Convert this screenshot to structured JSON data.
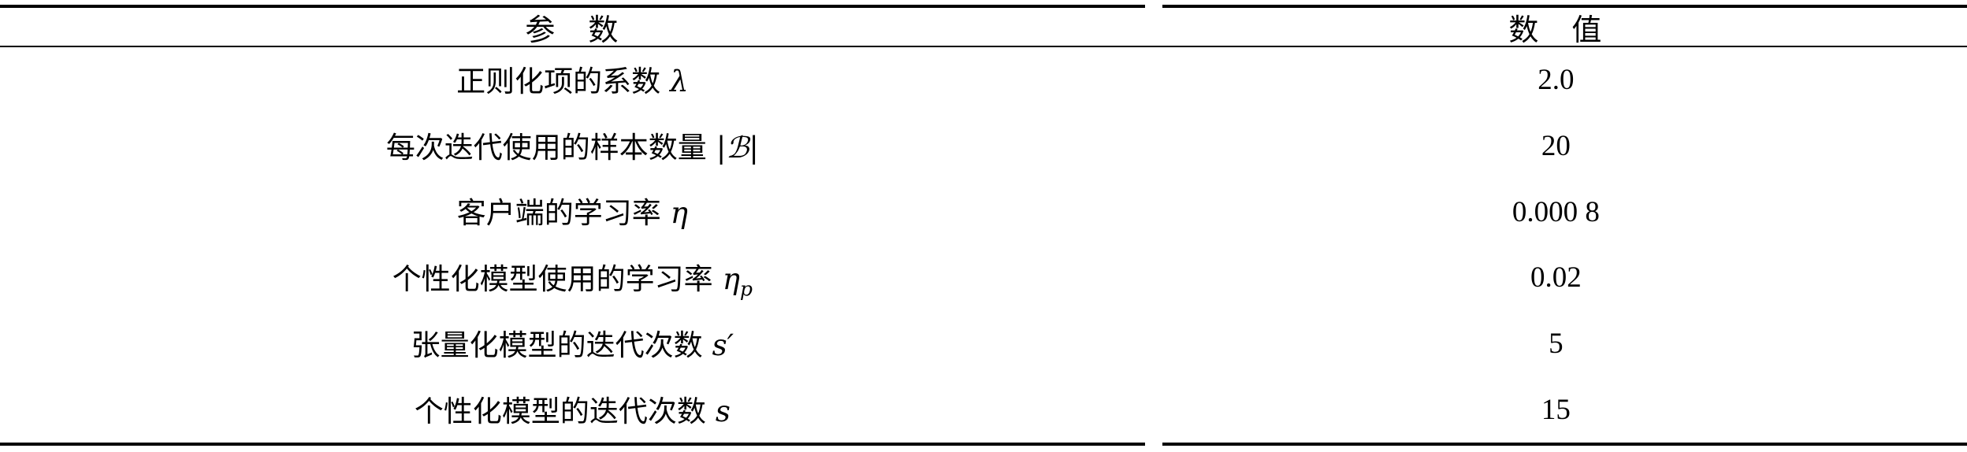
{
  "table": {
    "header": {
      "param": "参　数",
      "value": "数　值"
    },
    "rows": [
      {
        "param_text": "正则化项的系数",
        "symbol": "λ",
        "symbol_sub": "",
        "value": "2.0"
      },
      {
        "param_text": "每次迭代使用的样本数量",
        "symbol": "|ℬ|",
        "symbol_sub": "",
        "value": "20"
      },
      {
        "param_text": "客户端的学习率",
        "symbol": "η",
        "symbol_sub": "",
        "value": "0.000 8"
      },
      {
        "param_text": "个性化模型使用的学习率",
        "symbol": "η",
        "symbol_sub": "p",
        "value": "0.02"
      },
      {
        "param_text": "张量化模型的迭代次数",
        "symbol": "s′",
        "symbol_sub": "",
        "value": "5"
      },
      {
        "param_text": "个性化模型的迭代次数",
        "symbol": "s",
        "symbol_sub": "",
        "value": "15"
      }
    ],
    "colors": {
      "text": "#000000",
      "background": "#ffffff",
      "rule": "#000000"
    }
  }
}
